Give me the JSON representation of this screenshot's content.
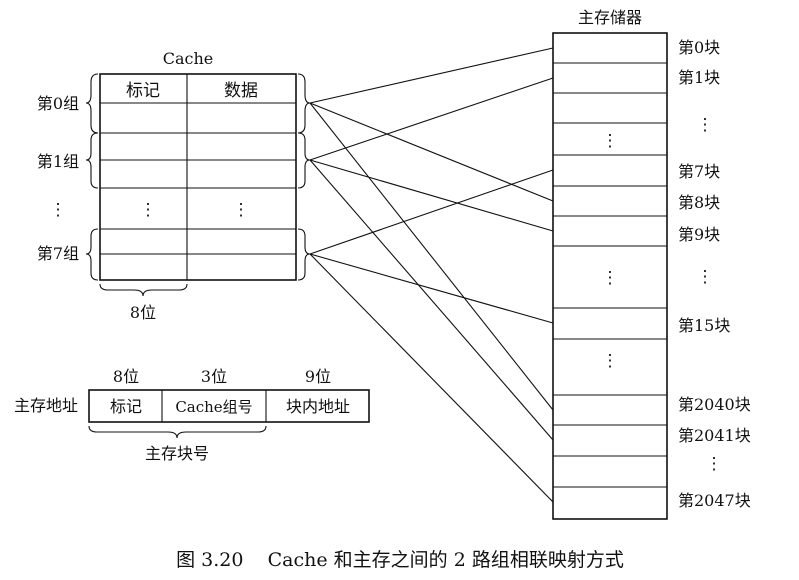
{
  "cache": {
    "title": "Cache",
    "col_tag": "标记",
    "col_data": "数据",
    "groups": [
      "第0组",
      "第1组",
      "第7组"
    ],
    "group_ellipsis": "⋮",
    "tag_width": "8位"
  },
  "memory": {
    "title": "主存储器",
    "blocks": [
      "第0块",
      "第1块",
      "第7块",
      "第8块",
      "第9块",
      "第15块",
      "第2040块",
      "第2041块",
      "第2047块"
    ],
    "ellipsis": "⋮"
  },
  "address": {
    "label": "主存地址",
    "bits": [
      "8位",
      "3位",
      "9位"
    ],
    "fields": [
      "标记",
      "Cache组号",
      "块内地址"
    ],
    "block_number_label": "主存块号"
  },
  "caption": "图 3.20    Cache 和主存之间的 2 路组相联映射方式"
}
